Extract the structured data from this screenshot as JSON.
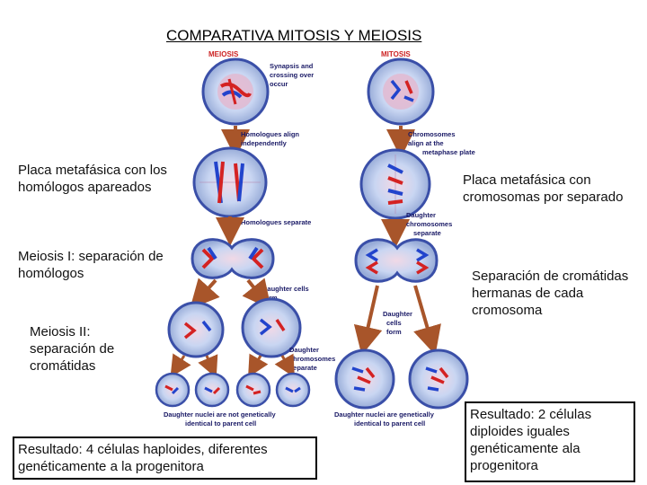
{
  "title": "COMPARATIVA MITOSIS Y MEIOSIS",
  "figure": {
    "meiosis_header": "MEIOSIS",
    "mitosis_header": "MITOSIS",
    "labels": {
      "synapsis": [
        "Synapsis and",
        "crossing over",
        "occur"
      ],
      "homologues_align": [
        "Homologues align",
        "independently"
      ],
      "chromosomes_align": [
        "Chromosomes",
        "align at the",
        "metaphase plate"
      ],
      "homologues_separate": "Homologues separate",
      "daughter_chromosomes_separate_mitosis": [
        "Daughter",
        "chromosomes",
        "separate"
      ],
      "daughter_cells_form_meiosis": [
        "Daughter cells",
        "form"
      ],
      "daughter_cells_form_mitosis": [
        "Daughter",
        "cells",
        "form"
      ],
      "daughter_chromosomes_separate_meiosis": [
        "Daughter",
        "chromosomes",
        "separate"
      ],
      "not_identical": [
        "Daughter nuclei are not genetically",
        "identical to parent cell"
      ],
      "identical": [
        "Daughter nuclei are genetically",
        "identical to parent cell"
      ]
    },
    "colors": {
      "cell_membrane": "#3a4fa8",
      "cell_fill": "#c9d6f2",
      "nucleus": "#e2b8cf",
      "chrom_red": "#d42222",
      "chrom_blue": "#2244cc",
      "arrow": "#a8552a",
      "header_red": "#cc2222",
      "label_navy": "#1a1a66"
    }
  },
  "notes": {
    "meiosis_metaphase": "Placa metafásica con los homólogos apareados",
    "mitosis_metaphase": "Placa metafásica con cromosomas por separado",
    "meiosis_1": "Meiosis I: separación de homólogos",
    "mitosis_anaphase": "Separación de cromátidas hermanas de cada cromosoma",
    "meiosis_2": "Meiosis II: separación de cromátidas",
    "result_meiosis": "Resultado: 4 células haploides, diferentes genéticamente a la progenitora",
    "result_mitosis": "Resultado: 2 células diploides iguales genéticamente ala progenitora"
  }
}
